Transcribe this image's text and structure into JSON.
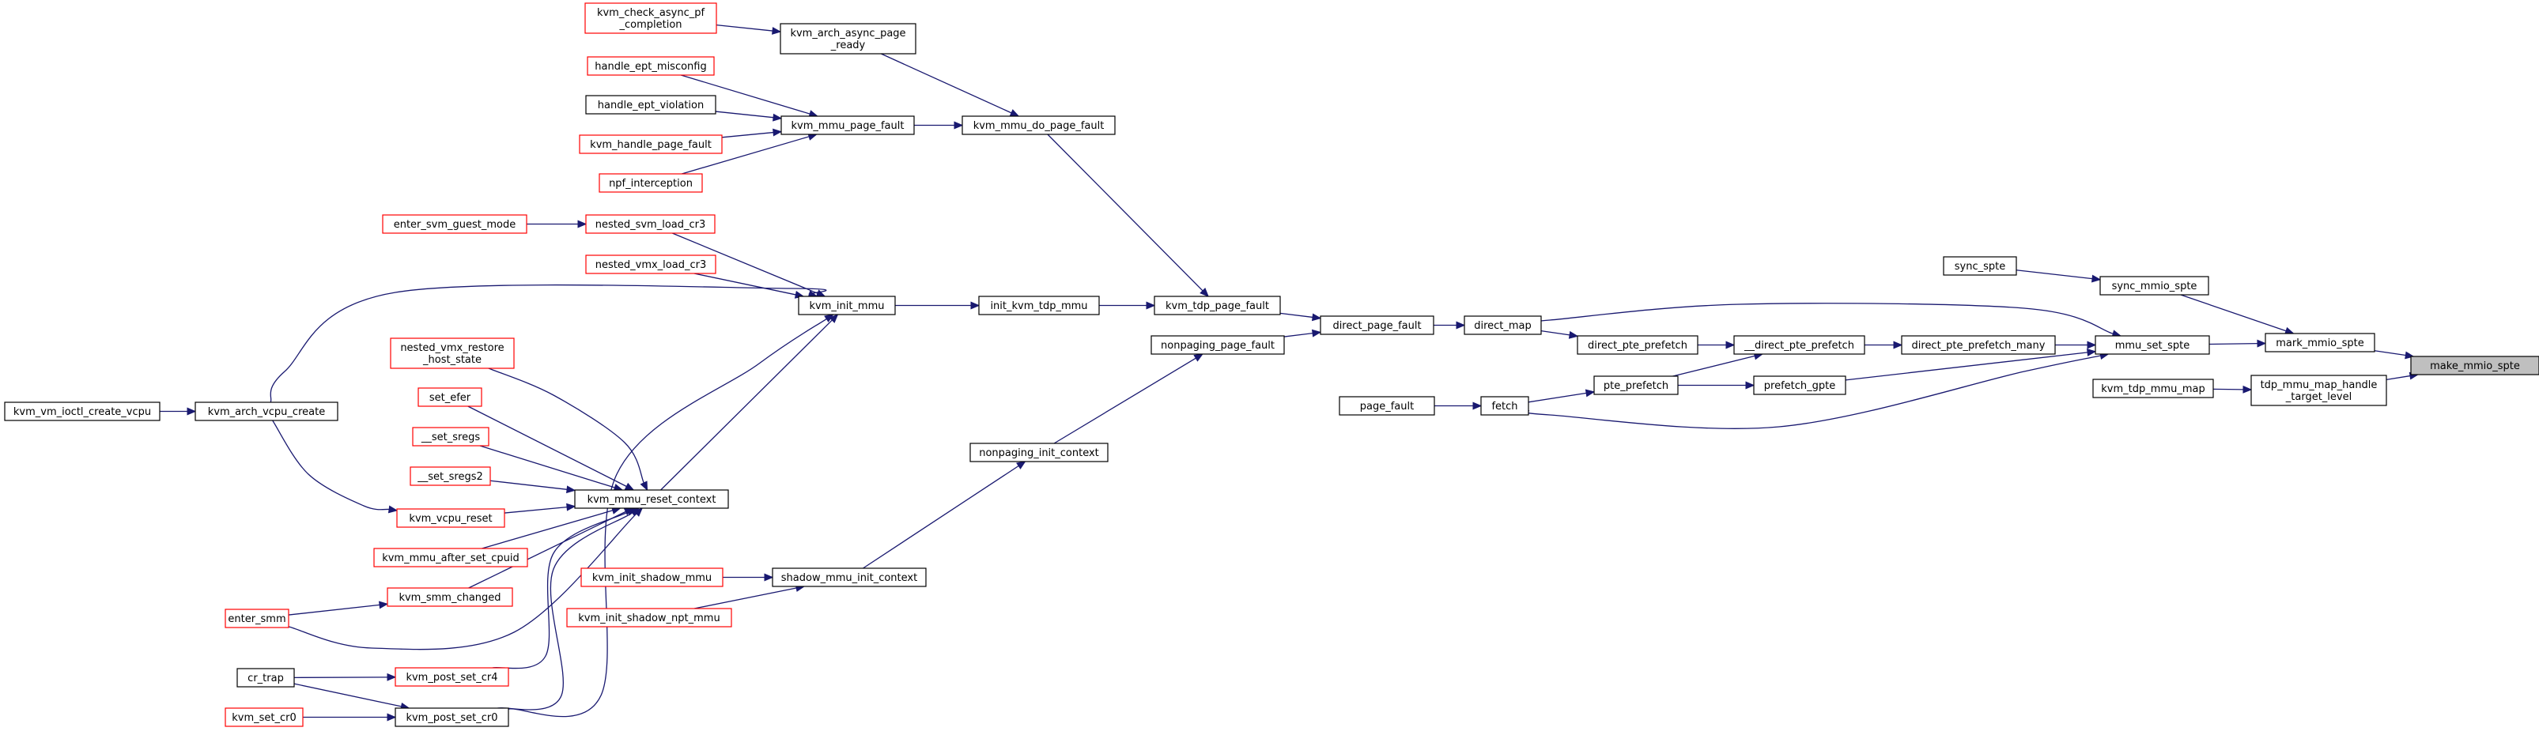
{
  "colors": {
    "edge": "#191970",
    "truncated_border": "#ff0000",
    "normal_border": "#000000",
    "current_fill": "#bfbfbf"
  },
  "nodes": {
    "make_mmio_spte": {
      "lines": [
        "make_mmio_spte"
      ],
      "kind": "current"
    },
    "mark_mmio_spte": {
      "lines": [
        "mark_mmio_spte"
      ],
      "kind": "normal"
    },
    "tdp_mmu_map_handle_target_level": {
      "lines": [
        "tdp_mmu_map_handle",
        "_target_level"
      ],
      "kind": "normal"
    },
    "sync_mmio_spte": {
      "lines": [
        "sync_mmio_spte"
      ],
      "kind": "normal"
    },
    "mmu_set_spte": {
      "lines": [
        "mmu_set_spte"
      ],
      "kind": "normal"
    },
    "kvm_tdp_mmu_map": {
      "lines": [
        "kvm_tdp_mmu_map"
      ],
      "kind": "normal"
    },
    "sync_spte": {
      "lines": [
        "sync_spte"
      ],
      "kind": "normal"
    },
    "direct_map": {
      "lines": [
        "direct_map"
      ],
      "kind": "normal"
    },
    "direct_pte_prefetch_many": {
      "lines": [
        "direct_pte_prefetch_many"
      ],
      "kind": "normal"
    },
    "fetch": {
      "lines": [
        "fetch"
      ],
      "kind": "normal"
    },
    "prefetch_gpte": {
      "lines": [
        "prefetch_gpte"
      ],
      "kind": "normal"
    },
    "direct_page_fault": {
      "lines": [
        "direct_page_fault"
      ],
      "kind": "normal"
    },
    "__direct_pte_prefetch": {
      "lines": [
        "__direct_pte_prefetch"
      ],
      "kind": "normal"
    },
    "page_fault": {
      "lines": [
        "page_fault"
      ],
      "kind": "normal"
    },
    "pte_prefetch": {
      "lines": [
        "pte_prefetch"
      ],
      "kind": "normal"
    },
    "kvm_tdp_page_fault": {
      "lines": [
        "kvm_tdp_page_fault"
      ],
      "kind": "normal"
    },
    "nonpaging_page_fault": {
      "lines": [
        "nonpaging_page_fault"
      ],
      "kind": "normal"
    },
    "direct_pte_prefetch": {
      "lines": [
        "direct_pte_prefetch"
      ],
      "kind": "normal"
    },
    "kvm_mmu_do_page_fault": {
      "lines": [
        "kvm_mmu_do_page_fault"
      ],
      "kind": "normal"
    },
    "init_kvm_tdp_mmu": {
      "lines": [
        "init_kvm_tdp_mmu"
      ],
      "kind": "normal"
    },
    "nonpaging_init_context": {
      "lines": [
        "nonpaging_init_context"
      ],
      "kind": "normal"
    },
    "kvm_arch_async_page_ready": {
      "lines": [
        "kvm_arch_async_page",
        "_ready"
      ],
      "kind": "normal"
    },
    "kvm_mmu_page_fault": {
      "lines": [
        "kvm_mmu_page_fault"
      ],
      "kind": "normal"
    },
    "kvm_init_mmu": {
      "lines": [
        "kvm_init_mmu"
      ],
      "kind": "normal"
    },
    "shadow_mmu_init_context": {
      "lines": [
        "shadow_mmu_init_context"
      ],
      "kind": "normal"
    },
    "kvm_check_async_pf_completion": {
      "lines": [
        "kvm_check_async_pf",
        "_completion"
      ],
      "kind": "truncated"
    },
    "handle_ept_misconfig": {
      "lines": [
        "handle_ept_misconfig"
      ],
      "kind": "truncated"
    },
    "handle_ept_violation": {
      "lines": [
        "handle_ept_violation"
      ],
      "kind": "normal"
    },
    "kvm_handle_page_fault": {
      "lines": [
        "kvm_handle_page_fault"
      ],
      "kind": "truncated"
    },
    "npf_interception": {
      "lines": [
        "npf_interception"
      ],
      "kind": "truncated"
    },
    "nested_svm_load_cr3": {
      "lines": [
        "nested_svm_load_cr3"
      ],
      "kind": "truncated"
    },
    "nested_vmx_load_cr3": {
      "lines": [
        "nested_vmx_load_cr3"
      ],
      "kind": "truncated"
    },
    "kvm_mmu_reset_context": {
      "lines": [
        "kvm_mmu_reset_context"
      ],
      "kind": "normal"
    },
    "kvm_init_shadow_mmu": {
      "lines": [
        "kvm_init_shadow_mmu"
      ],
      "kind": "truncated"
    },
    "kvm_init_shadow_npt_mmu": {
      "lines": [
        "kvm_init_shadow_npt_mmu"
      ],
      "kind": "truncated"
    },
    "enter_svm_guest_mode": {
      "lines": [
        "enter_svm_guest_mode"
      ],
      "kind": "truncated"
    },
    "kvm_arch_vcpu_create": {
      "lines": [
        "kvm_arch_vcpu_create"
      ],
      "kind": "normal"
    },
    "nested_vmx_restore_host_state": {
      "lines": [
        "nested_vmx_restore",
        "_host_state"
      ],
      "kind": "truncated"
    },
    "set_efer": {
      "lines": [
        "set_efer"
      ],
      "kind": "truncated"
    },
    "__set_sregs": {
      "lines": [
        "__set_sregs"
      ],
      "kind": "truncated"
    },
    "__set_sregs2": {
      "lines": [
        "__set_sregs2"
      ],
      "kind": "truncated"
    },
    "kvm_vcpu_reset": {
      "lines": [
        "kvm_vcpu_reset"
      ],
      "kind": "truncated"
    },
    "kvm_mmu_after_set_cpuid": {
      "lines": [
        "kvm_mmu_after_set_cpuid"
      ],
      "kind": "truncated"
    },
    "kvm_smm_changed": {
      "lines": [
        "kvm_smm_changed"
      ],
      "kind": "truncated"
    },
    "kvm_post_set_cr4": {
      "lines": [
        "kvm_post_set_cr4"
      ],
      "kind": "truncated"
    },
    "kvm_post_set_cr0": {
      "lines": [
        "kvm_post_set_cr0"
      ],
      "kind": "normal"
    },
    "kvm_vm_ioctl_create_vcpu": {
      "lines": [
        "kvm_vm_ioctl_create_vcpu"
      ],
      "kind": "normal"
    },
    "enter_smm": {
      "lines": [
        "enter_smm"
      ],
      "kind": "truncated"
    },
    "cr_trap": {
      "lines": [
        "cr_trap"
      ],
      "kind": "normal"
    },
    "kvm_set_cr0": {
      "lines": [
        "kvm_set_cr0"
      ],
      "kind": "truncated"
    }
  }
}
